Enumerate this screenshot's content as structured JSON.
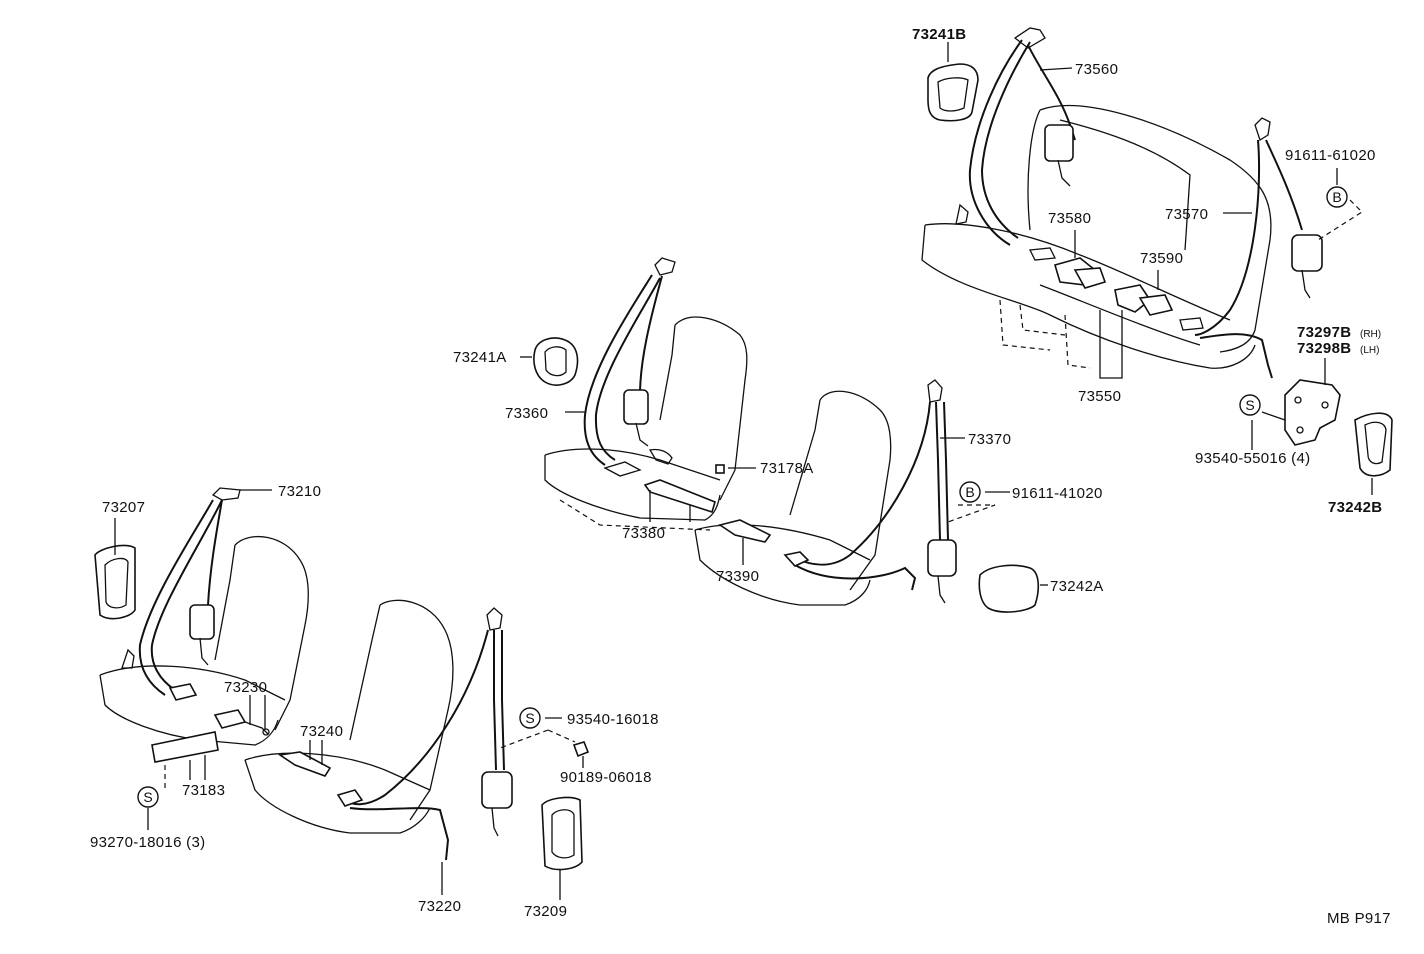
{
  "parts": {
    "p73241B": "73241B",
    "p73560": "73560",
    "p91611_61020": "91611-61020",
    "p73580": "73580",
    "p73570": "73570",
    "p73590": "73590",
    "p73297B": "73297B",
    "p73297B_side": "(RH)",
    "p73298B": "73298B",
    "p73298B_side": "(LH)",
    "p73550": "73550",
    "p93540_55016": "93540-55016 (4)",
    "p73242B": "73242B",
    "p73241A": "73241A",
    "p73360": "73360",
    "p73178A": "73178A",
    "p73370": "73370",
    "p91611_41020": "91611-41020",
    "p73380": "73380",
    "p73390": "73390",
    "p73242A": "73242A",
    "p73207": "73207",
    "p73210": "73210",
    "p73230": "73230",
    "p73240": "73240",
    "p93540_16018": "93540-16018",
    "p90189_06018": "90189-06018",
    "p73183": "73183",
    "p93270_18016": "93270-18016 (3)",
    "p73220": "73220",
    "p73209": "73209"
  },
  "markers": {
    "b": "B",
    "s": "S"
  },
  "diagram_code": "MB P917"
}
